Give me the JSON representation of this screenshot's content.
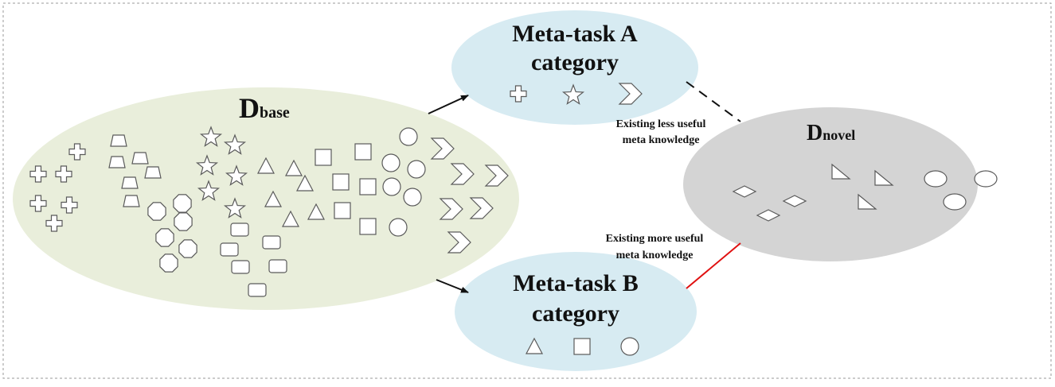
{
  "colors": {
    "base_fill": "#e9eedb",
    "task_fill": "#d7ebf2",
    "novel_fill": "#d4d4d4",
    "frame": "#9a9a9a",
    "shape_stroke": "#5a5a5a",
    "less_useful_line": "#111111",
    "more_useful_line": "#e01010"
  },
  "base": {
    "label_main": "D",
    "label_sub": "base"
  },
  "novel": {
    "label_main": "D",
    "label_sub": "novel"
  },
  "task_a": {
    "title_line1": "Meta-task A",
    "title_line2": "category",
    "icons": [
      "plus-icon",
      "star-icon",
      "chevron-icon"
    ]
  },
  "task_b": {
    "title_line1": "Meta-task B",
    "title_line2": "category",
    "icons": [
      "triangle-icon",
      "square-icon",
      "circle-icon"
    ]
  },
  "links": {
    "less_useful_line1": "Existing less useful",
    "less_useful_line2": "meta knowledge",
    "more_useful_line1": "Existing more useful",
    "more_useful_line2": "meta knowledge"
  }
}
